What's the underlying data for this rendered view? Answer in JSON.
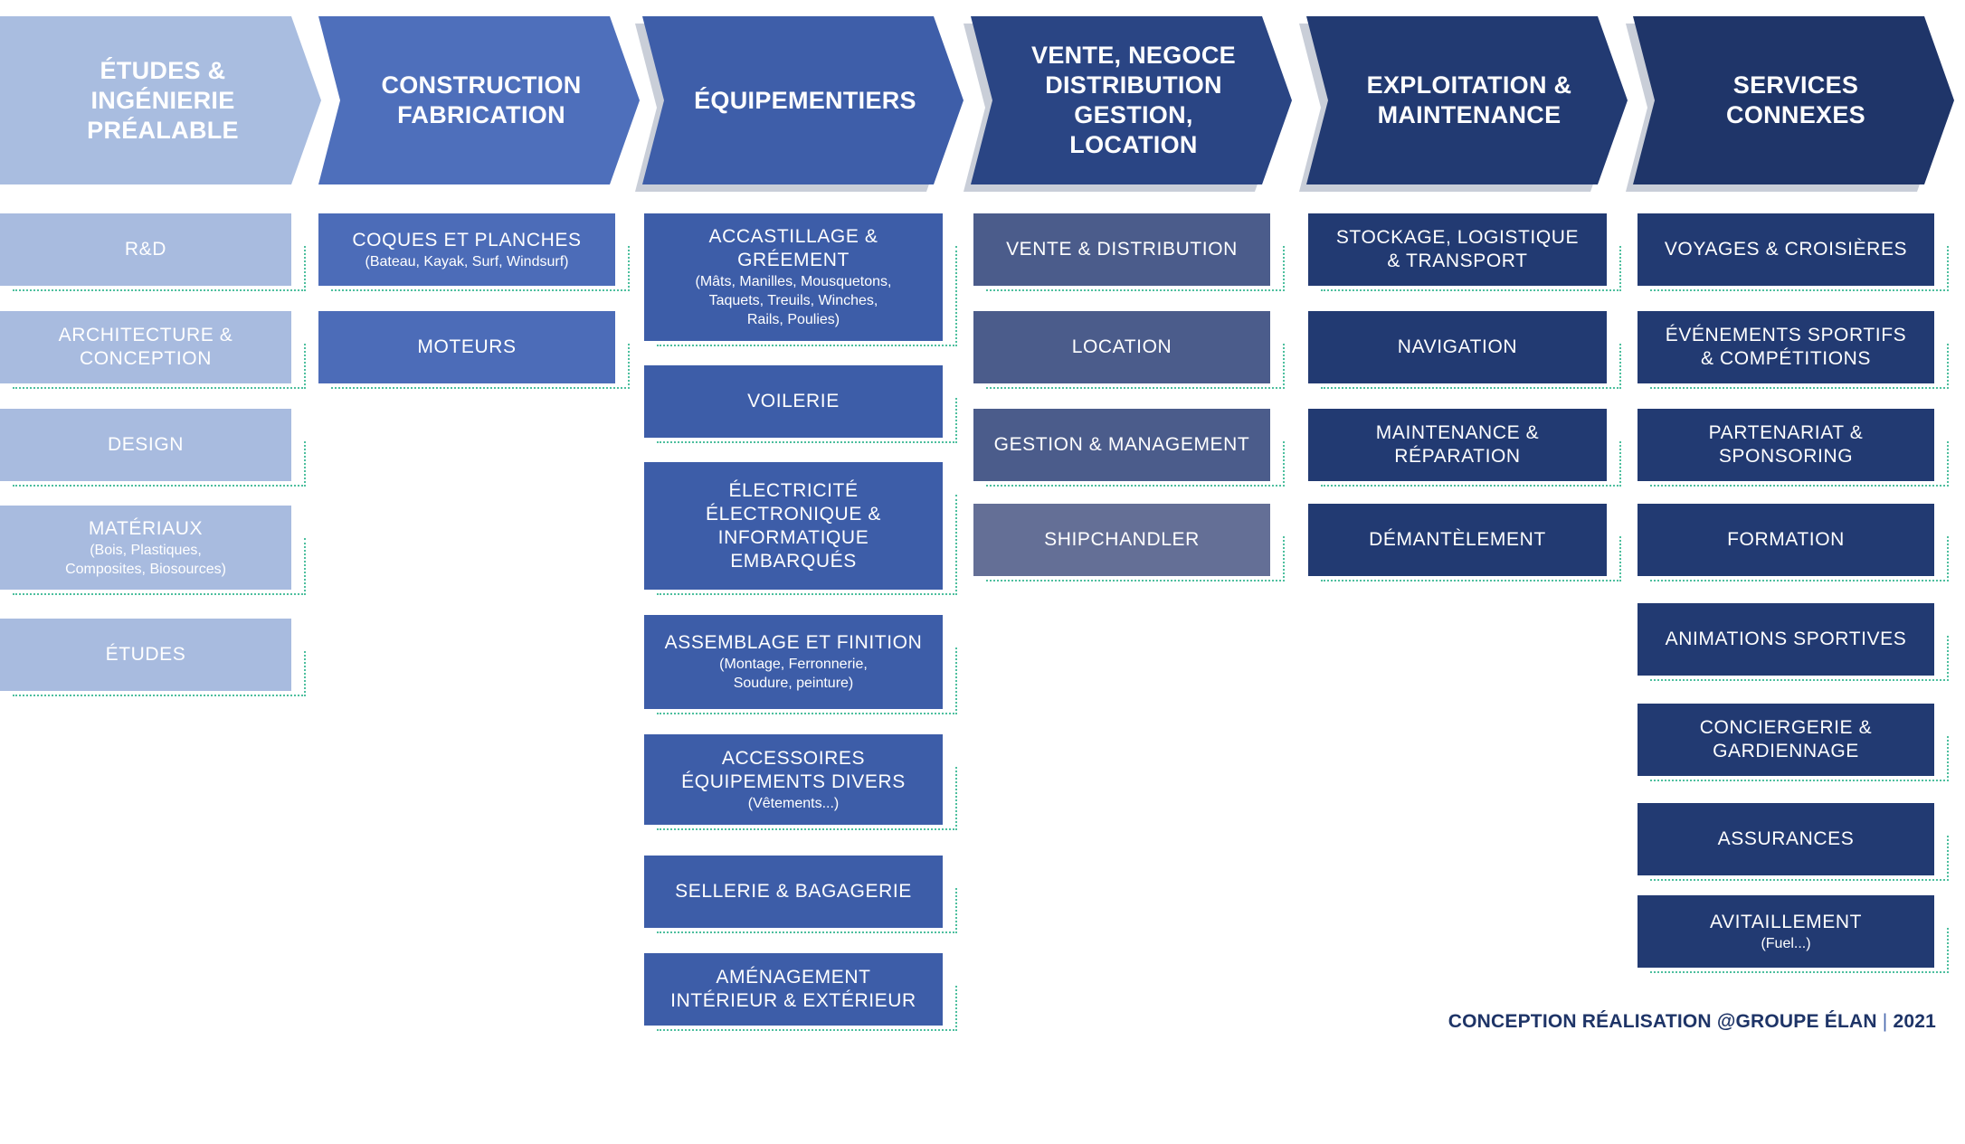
{
  "columns": [
    {
      "header": "ÉTUDES &\nINGÉNIERIE\nPRÉALABLE",
      "color": "#a9bde0",
      "box_color": "#a8bbdf",
      "shadow": false,
      "items": [
        {
          "label": "R&D",
          "sub": ""
        },
        {
          "label": "ARCHITECTURE &\nCONCEPTION",
          "sub": ""
        },
        {
          "label": "DESIGN",
          "sub": ""
        },
        {
          "label": "MATÉRIAUX",
          "sub": "(Bois, Plastiques,\nComposites, Biosources)"
        },
        {
          "label": "ÉTUDES",
          "sub": ""
        }
      ]
    },
    {
      "header": "CONSTRUCTION\nFABRICATION",
      "color": "#4e6fbb",
      "box_color": "#4c6cb8",
      "shadow": false,
      "items": [
        {
          "label": "COQUES ET PLANCHES",
          "sub": "(Bateau, Kayak, Surf, Windsurf)"
        },
        {
          "label": "MOTEURS",
          "sub": ""
        }
      ]
    },
    {
      "header": "ÉQUIPEMENTIERS",
      "color": "#3e5ea9",
      "box_color": "#3d5da8",
      "shadow": true,
      "items": [
        {
          "label": "ACCASTILLAGE &\nGRÉEMENT",
          "sub": "(Mâts, Manilles, Mousquetons,\nTaquets, Treuils, Winches,\nRails, Poulies)"
        },
        {
          "label": "VOILERIE",
          "sub": ""
        },
        {
          "label": "ÉLECTRICITÉ\nÉLECTRONIQUE &\nINFORMATIQUE\nEMBARQUÉS",
          "sub": ""
        },
        {
          "label": "ASSEMBLAGE ET FINITION",
          "sub": "(Montage, Ferronnerie,\nSoudure, peinture)"
        },
        {
          "label": "ACCESSOIRES\nÉQUIPEMENTS DIVERS",
          "sub": "(Vêtements...)"
        },
        {
          "label": "SELLERIE & BAGAGERIE",
          "sub": ""
        },
        {
          "label": "AMÉNAGEMENT\nINTÉRIEUR & EXTÉRIEUR",
          "sub": ""
        }
      ]
    },
    {
      "header": "VENTE, NEGOCE\nDISTRIBUTION\nGESTION, LOCATION",
      "color": "#2a4584",
      "box_color": "#4b5c8b",
      "shadow": true,
      "items": [
        {
          "label": "VENTE & DISTRIBUTION",
          "sub": ""
        },
        {
          "label": "LOCATION",
          "sub": ""
        },
        {
          "label": "GESTION & MANAGEMENT",
          "sub": ""
        },
        {
          "label": "SHIPCHANDLER",
          "sub": ""
        }
      ]
    },
    {
      "header": "EXPLOITATION &\nMAINTENANCE",
      "color": "#223a72",
      "box_color": "#223a72",
      "shadow": true,
      "items": [
        {
          "label": "STOCKAGE, LOGISTIQUE\n& TRANSPORT",
          "sub": ""
        },
        {
          "label": "NAVIGATION",
          "sub": ""
        },
        {
          "label": "MAINTENANCE &\nRÉPARATION",
          "sub": ""
        },
        {
          "label": "DÉMANTÈLEMENT",
          "sub": ""
        }
      ]
    },
    {
      "header": "SERVICES\nCONNEXES",
      "color": "#1f3569",
      "box_color": "#223a72",
      "shadow": true,
      "items": [
        {
          "label": "VOYAGES & CROISIÈRES",
          "sub": ""
        },
        {
          "label": "ÉVÉNEMENTS SPORTIFS\n& COMPÉTITIONS",
          "sub": ""
        },
        {
          "label": "PARTENARIAT &\nSPONSORING",
          "sub": ""
        },
        {
          "label": "FORMATION",
          "sub": ""
        },
        {
          "label": "ANIMATIONS SPORTIVES",
          "sub": ""
        },
        {
          "label": "CONCIERGERIE &\nGARDIENNAGE",
          "sub": ""
        },
        {
          "label": "ASSURANCES",
          "sub": ""
        },
        {
          "label": "AVITAILLEMENT",
          "sub": "(Fuel...)"
        }
      ]
    }
  ],
  "footer": {
    "text": "CONCEPTION RÉALISATION @GROUPE ÉLAN",
    "separator": "|",
    "year": "2021"
  }
}
